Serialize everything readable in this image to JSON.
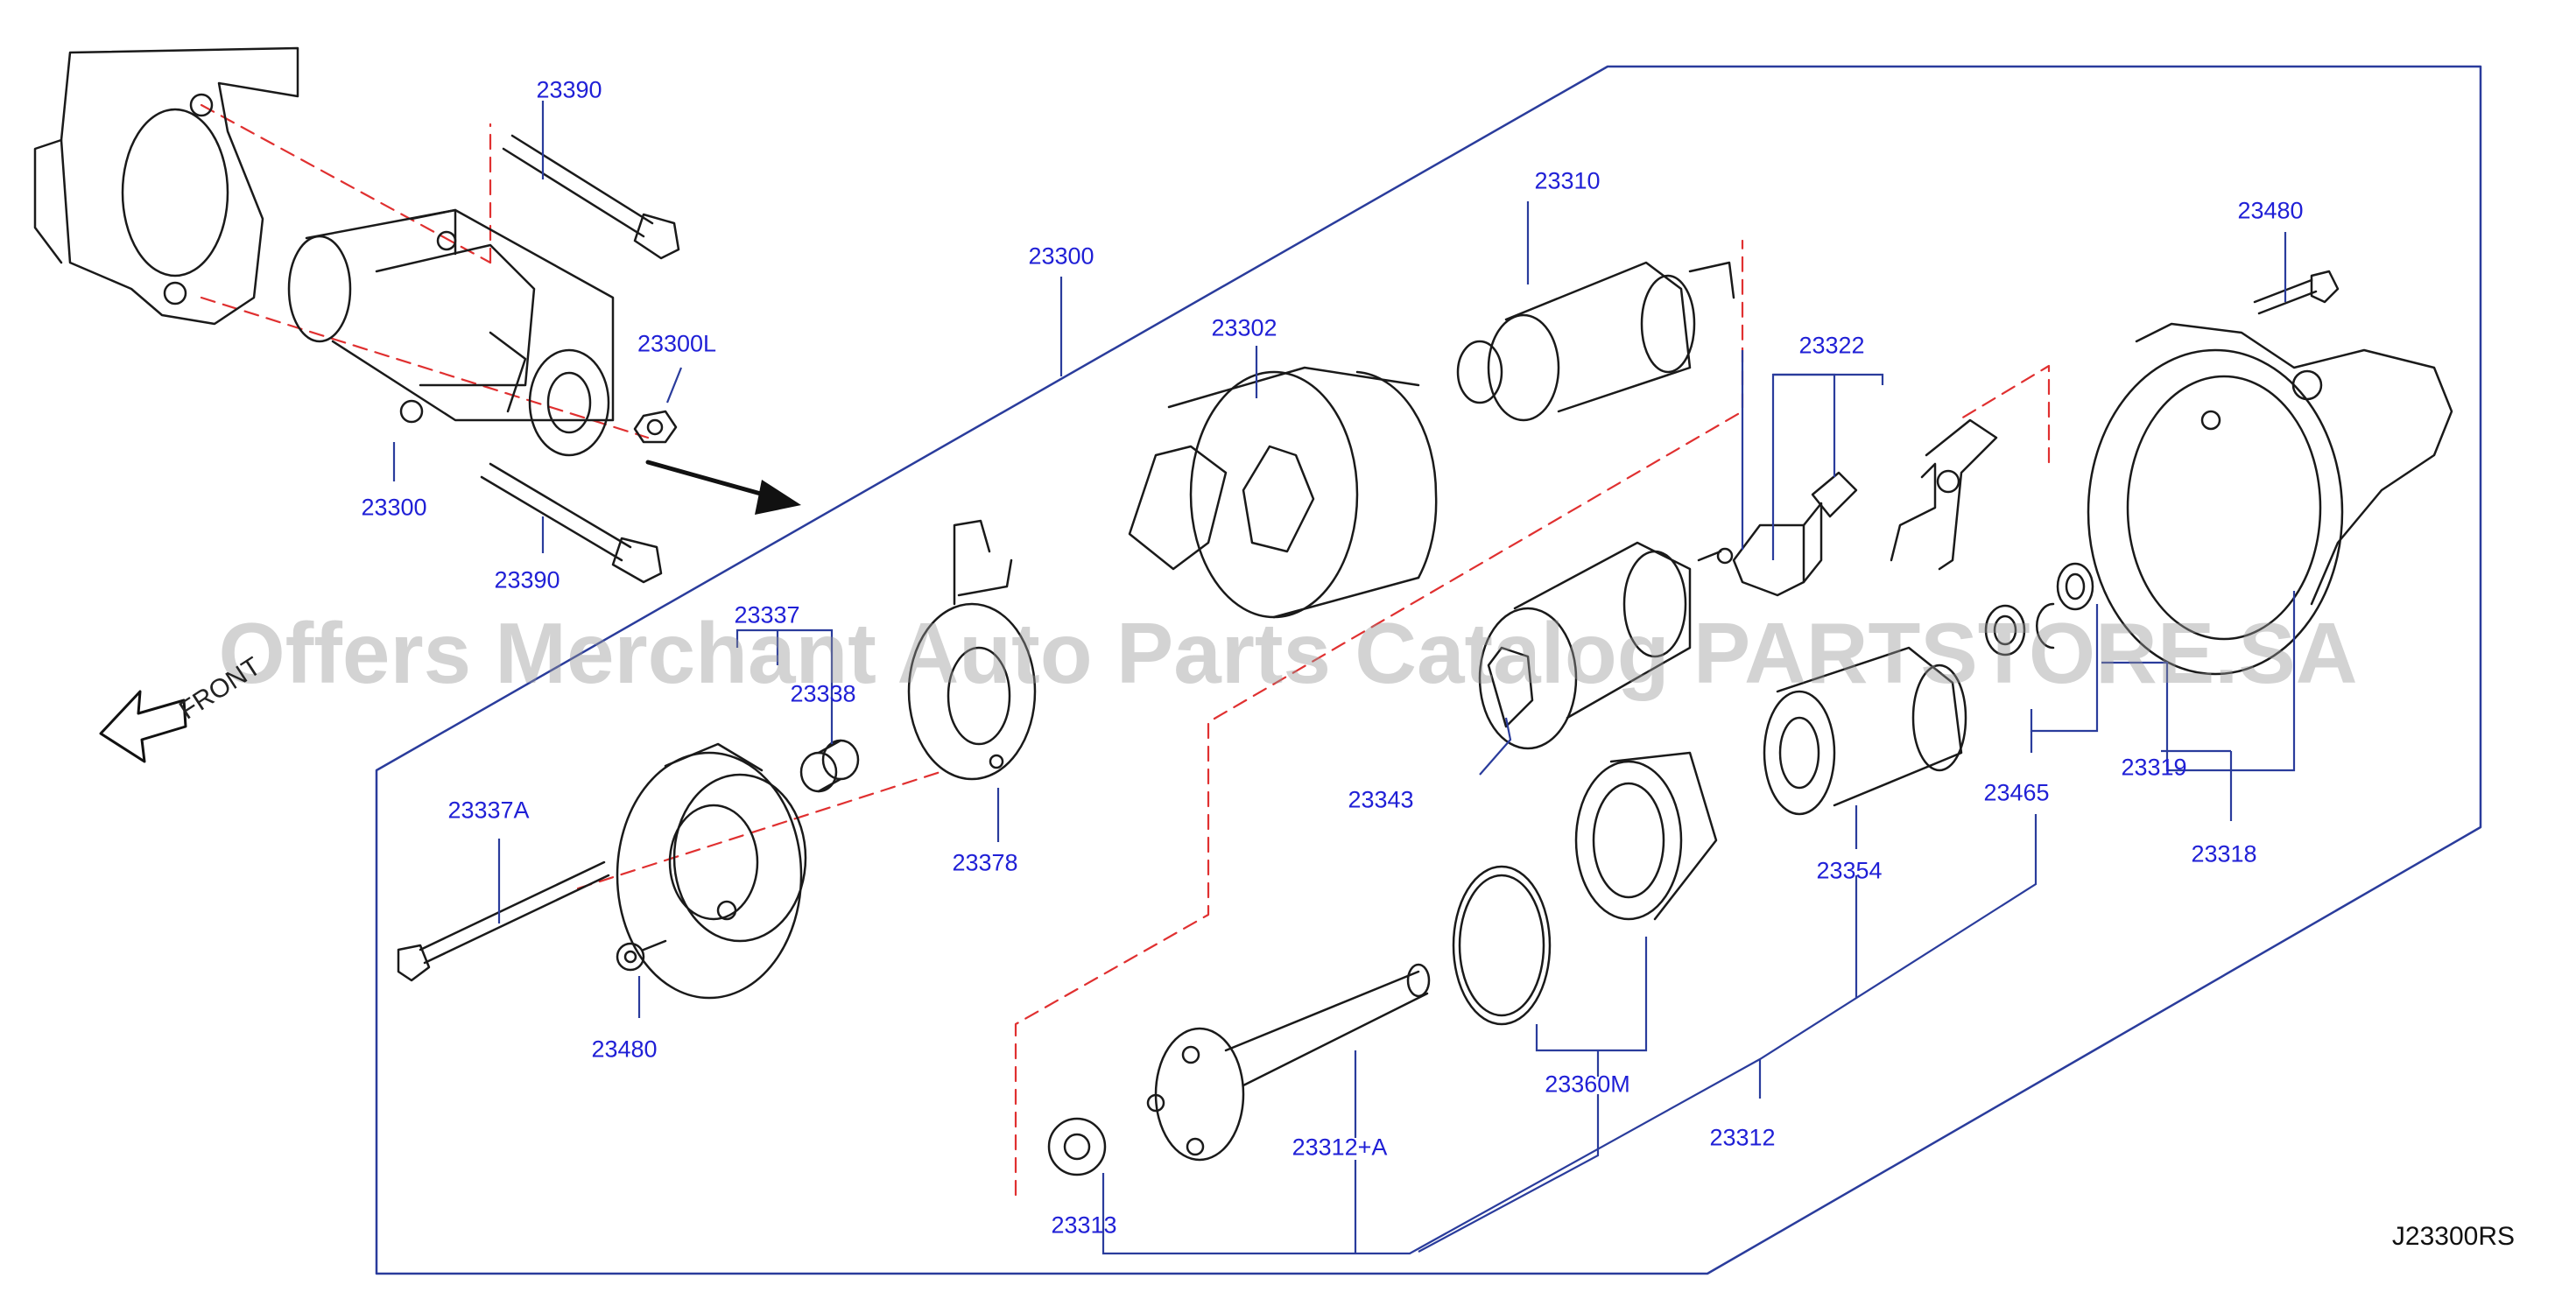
{
  "colors": {
    "callout": "#1f1fd6",
    "frame": "#2a3c9c",
    "dashed": "#e03030",
    "line": "#1a1a1a"
  },
  "watermark": "Offers Merchant Auto Parts Catalog PARTSTORE.SA",
  "front_label": "FRONT",
  "reference_code": "J23300RS",
  "callouts": {
    "c_23390_top": "23390",
    "c_23300_frame": "23300",
    "c_23310": "23310",
    "c_23480_top": "23480",
    "c_23302": "23302",
    "c_23300L": "23300L",
    "c_23322": "23322",
    "c_23300_motor": "23300",
    "c_23390_bottom": "23390",
    "c_23337": "23337",
    "c_23338": "23338",
    "c_23343": "23343",
    "c_23319": "23319",
    "c_23465": "23465",
    "c_23337A": "23337A",
    "c_23378": "23378",
    "c_23318": "23318",
    "c_23354": "23354",
    "c_23480_bottom": "23480",
    "c_23360M": "23360M",
    "c_23312A": "23312+A",
    "c_23312": "23312",
    "c_23313": "23313"
  }
}
